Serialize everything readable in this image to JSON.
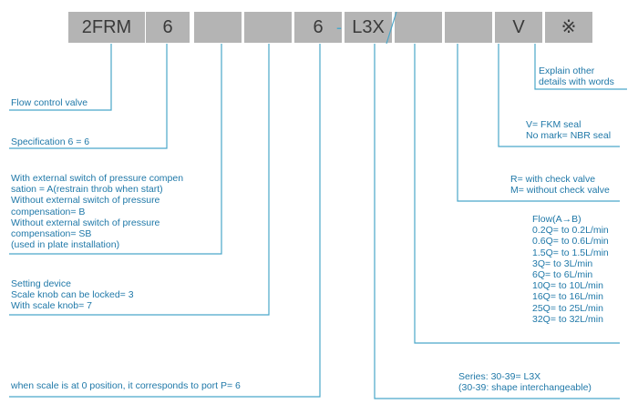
{
  "code_boxes": [
    "2FRM",
    "6",
    "",
    "",
    "6",
    "L3X",
    "",
    "",
    "V",
    "※"
  ],
  "dash": "-",
  "labels": {
    "details": "Explain other\ndetails with words",
    "seal": "V= FKM seal\nNo mark= NBR seal",
    "check_valve": "R= with check valve\nM= without check valve",
    "flow": "Flow(A→B)\n0.2Q= to 0.2L/min\n0.6Q= to 0.6L/min\n1.5Q= to 1.5L/min\n3Q= to 3L/min\n6Q= to 6L/min\n10Q= to 10L/min\n16Q= to 16L/min\n25Q= to 25L/min\n32Q= to 32L/min",
    "series": "Series: 30-39= L3X\n(30-39: shape interchangeable)",
    "flow_control": "Flow control valve",
    "specification": "Specification 6 = 6",
    "pressure": "With external switch of pressure compen\nsation = A(restrain throb when start)\nWithout external switch of pressure\ncompensation= B\nWithout external switch of pressure\ncompensation= SB\n(used in plate installation)",
    "setting": "Setting device\nScale knob can be locked= 3\nWith scale knob= 7",
    "port": "when scale is at 0 position, it corresponds to port P= 6"
  },
  "colors": {
    "box": "#b4b4b4",
    "box_text": "#3a3a3a",
    "line": "#4aa6c9",
    "label_text": "#1f78a8"
  }
}
